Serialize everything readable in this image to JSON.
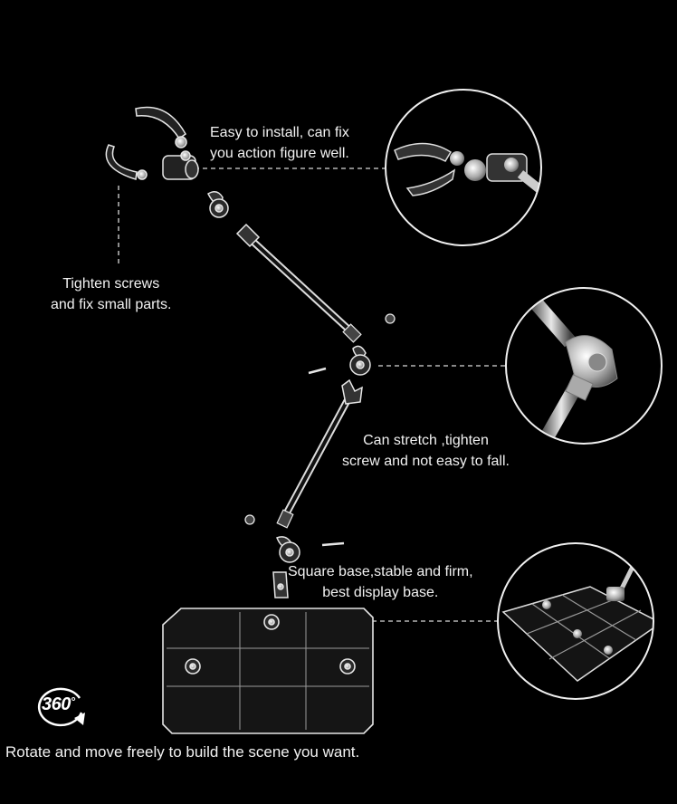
{
  "captions": {
    "install": [
      "Easy to install,  can fix",
      "you action figure well."
    ],
    "tighten": [
      "Tighten screws",
      "and fix small parts."
    ],
    "stretch": [
      "Can stretch ,tighten",
      "screw and not easy to fall."
    ],
    "base": [
      "Square base,stable and firm,",
      "best display base."
    ],
    "rotate": "Rotate and move freely to build the scene you want."
  },
  "badge": {
    "text": "360",
    "degree": "°"
  },
  "colors": {
    "background": "#000000",
    "part_outline": "#e6e6e6",
    "part_fill": "#2a2a2a",
    "metal": "#bfbfbf",
    "dashed_line": "#d9d9d9"
  }
}
